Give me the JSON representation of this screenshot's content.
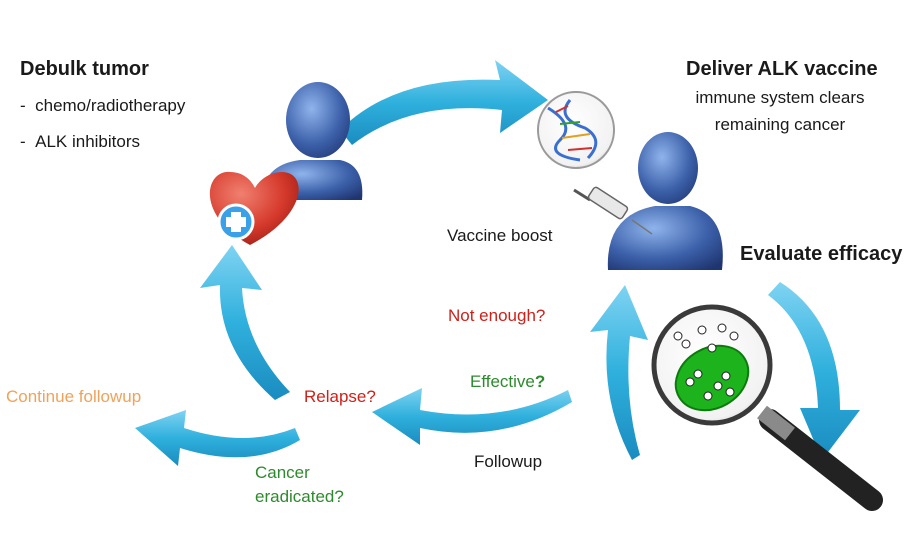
{
  "debulk": {
    "title": "Debulk tumor",
    "items": [
      "chemo/radiotherapy",
      "ALK inhibitors"
    ]
  },
  "deliver": {
    "title": "Deliver ALK vaccine",
    "lines": [
      "immune system clears",
      "remaining cancer"
    ]
  },
  "vaccine_boost": "Vaccine boost",
  "evaluate": "Evaluate efficacy",
  "not_enough": "Not enough?",
  "effective": {
    "text": "Effective",
    "mark": "?"
  },
  "followup": "Followup",
  "relapse": "Relapse?",
  "continue_followup": "Continue followup",
  "cancer_eradicated": [
    "Cancer",
    "eradicated?"
  ],
  "colors": {
    "arrow": "#2fb0dd",
    "arrow_dark": "#1f8fbf",
    "person": "#3b5fa8",
    "heart": "#d63a2c",
    "cell": "#1db31d",
    "red_text": "#d0201a",
    "green_text": "#2e8a2e",
    "orange_text": "#f0a25a"
  }
}
